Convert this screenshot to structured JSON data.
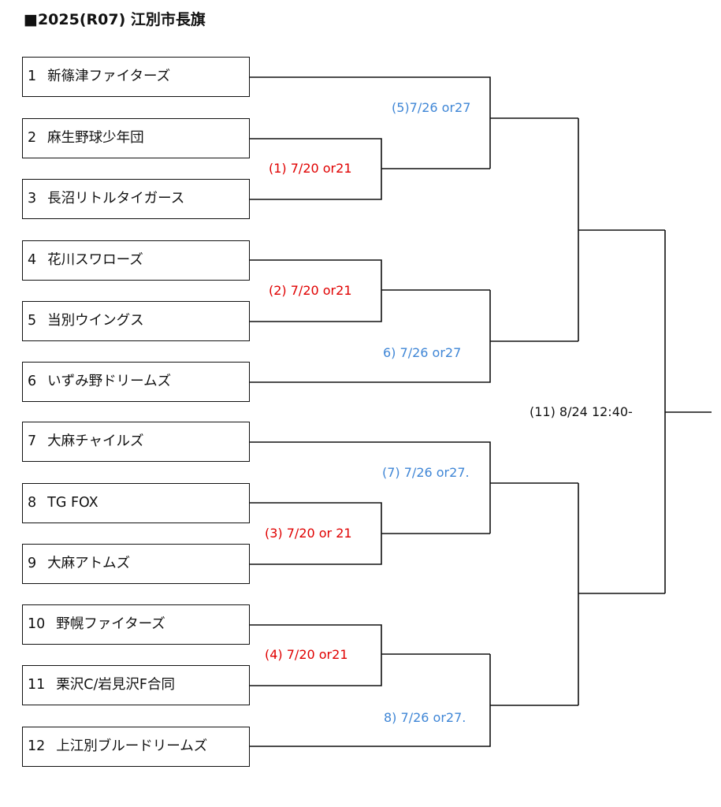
{
  "title": "■2025(R07) 江別市長旗",
  "colors": {
    "round1": "#e00000",
    "round2": "#3f86d6",
    "final": "#111111",
    "lines": "#111111"
  },
  "teams": [
    {
      "seed": "1",
      "name": "新篠津ファイターズ"
    },
    {
      "seed": "2",
      "name": "麻生野球少年団"
    },
    {
      "seed": "3",
      "name": "長沼リトルタイガース"
    },
    {
      "seed": "4",
      "name": "花川スワローズ"
    },
    {
      "seed": "5",
      "name": "当別ウイングス"
    },
    {
      "seed": "6",
      "name": "いずみ野ドリームズ"
    },
    {
      "seed": "7",
      "name": "大麻チャイルズ"
    },
    {
      "seed": "8",
      "name": "TG FOX"
    },
    {
      "seed": "9",
      "name": "大麻アトムズ"
    },
    {
      "seed": "10",
      "name": "野幌ファイターズ"
    },
    {
      "seed": "11",
      "name": "栗沢C/岩見沢F合同"
    },
    {
      "seed": "12",
      "name": "上江別ブルードリームズ"
    }
  ],
  "matches": {
    "m1": "(1) 7/20 or21",
    "m2": "(2) 7/20 or21",
    "m3": "(3) 7/20 or 21",
    "m4": "(4) 7/20 or21",
    "m5": "(5)7/26 or27",
    "m6": "6) 7/26 or27",
    "m7": "(7) 7/26 or27.",
    "m8": "8) 7/26 or27.",
    "final": "(11) 8/24 12:40-"
  }
}
